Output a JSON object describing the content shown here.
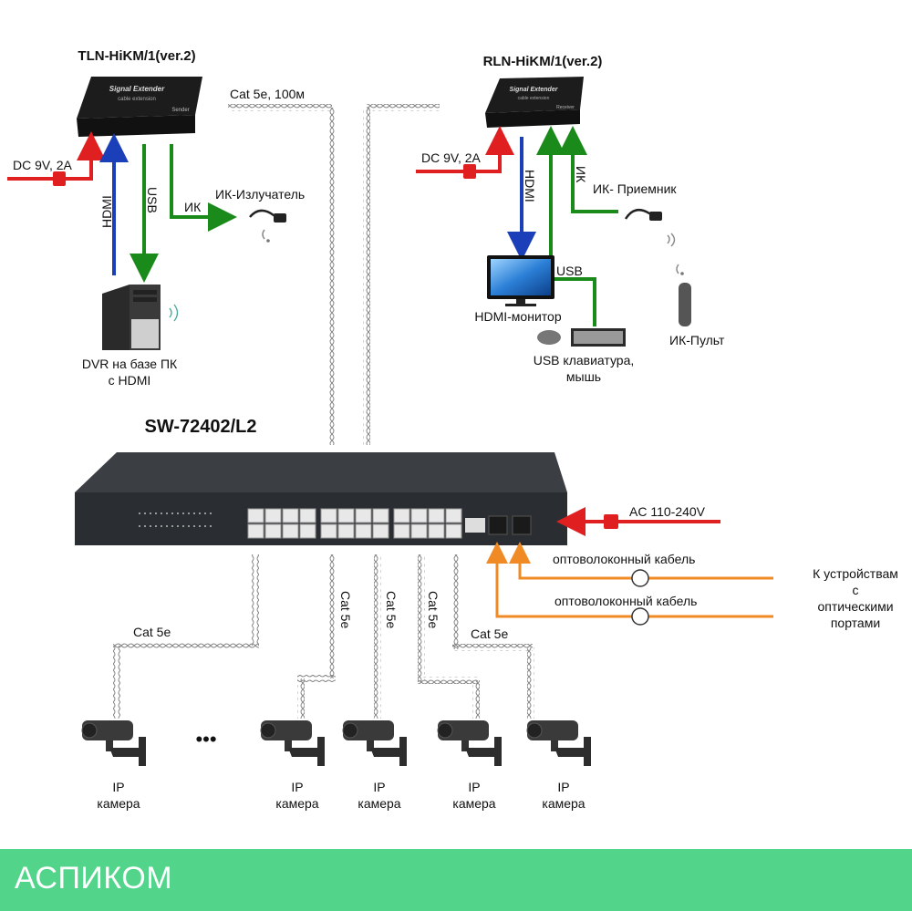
{
  "colors": {
    "power": "#e02020",
    "hdmi": "#1a3fb8",
    "usb_ir": "#1a8a1a",
    "fiber": "#f08a24",
    "device": "#1c1c1c",
    "footer_bg": "#52d58a",
    "footer_text": "#ffffff"
  },
  "transmitter": {
    "model": "TLN-HiKM/1(ver.2)",
    "face_title": "Signal Extender",
    "face_sub": "cable extension",
    "face_role": "Sender",
    "power_label": "DC 9V, 2A",
    "hdmi_label": "HDMI",
    "usb_label": "USB",
    "ir_label": "ИК",
    "ir_device_label": "ИК-Излучатель",
    "pc_label_line1": "DVR на базе ПК",
    "pc_label_line2": "с HDMI"
  },
  "link": {
    "label": "Cat 5e, 100м"
  },
  "receiver": {
    "model": "RLN-HiKM/1(ver.2)",
    "face_title": "Signal Extender",
    "face_sub": "cable extension",
    "face_role": "Receiver",
    "power_label": "DC 9V, 2A",
    "hdmi_label": "HDMI",
    "ir_label": "ИК",
    "ir_device_label": "ИК- Приемник",
    "usb_label": "USB",
    "monitor_label": "HDMI-монитор",
    "keyboard_label_line1": "USB клавиатура,",
    "keyboard_label_line2": "мышь",
    "remote_label": "ИК-Пульт"
  },
  "switch": {
    "model": "SW-72402/L2",
    "power_label": "AC 110-240V",
    "fiber_label_1": "оптоволоконный кабель",
    "fiber_label_2": "оптоволоконный кабель",
    "target_line1": "К устройствам",
    "target_line2": "с",
    "target_line3": "оптическими",
    "target_line4": "портами",
    "rj45_ports": 24,
    "sfp_ports": 2
  },
  "cameras": {
    "cable_labels": [
      "Cat 5e",
      "Cat 5e",
      "Cat 5e",
      "Cat 5e",
      "Cat 5e"
    ],
    "ellipsis": "•••",
    "items": [
      {
        "line1": "IP",
        "line2": "камера"
      },
      {
        "line1": "IP",
        "line2": "камера"
      },
      {
        "line1": "IP",
        "line2": "камера"
      },
      {
        "line1": "IP",
        "line2": "камера"
      },
      {
        "line1": "IP",
        "line2": "камера"
      }
    ]
  },
  "footer": {
    "brand": "АСПИКОМ"
  }
}
